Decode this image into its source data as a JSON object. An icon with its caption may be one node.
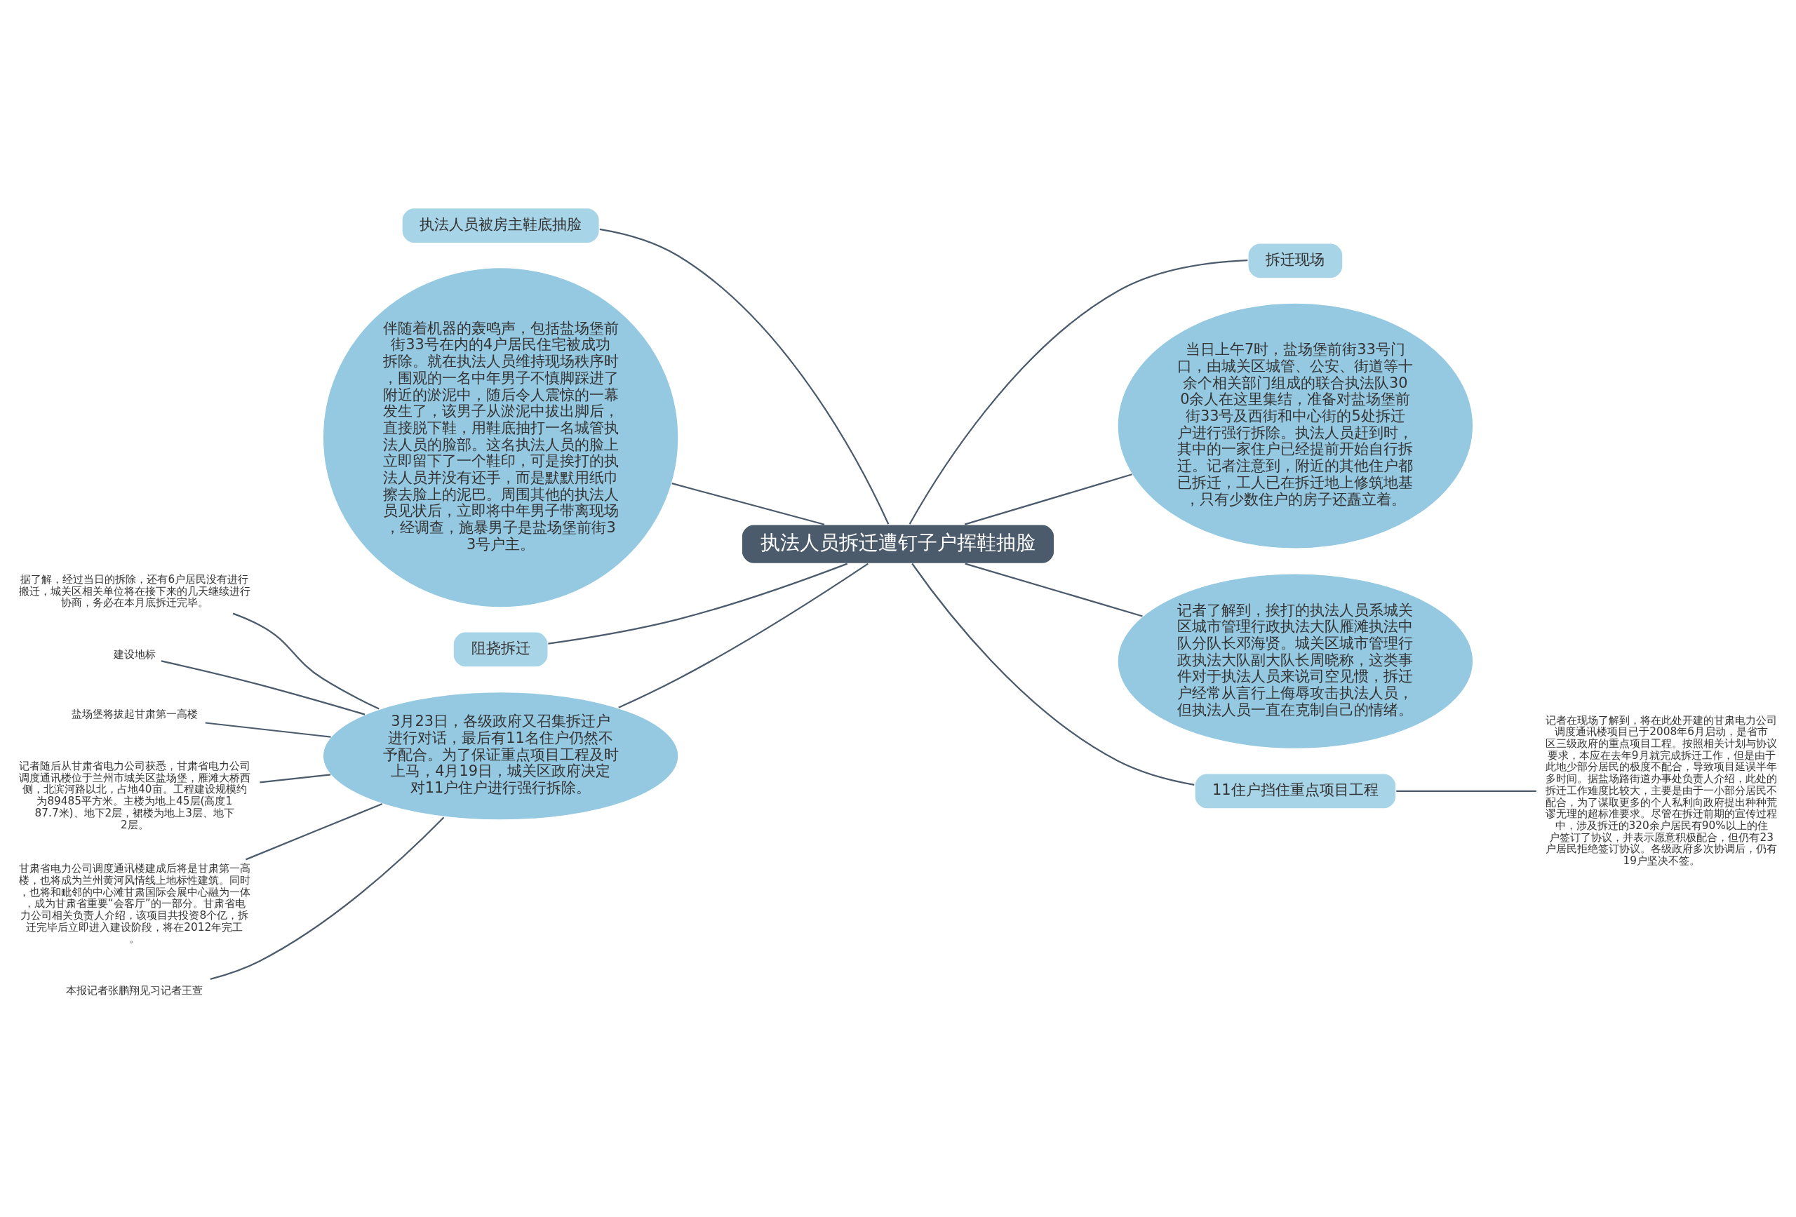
{
  "diagram": {
    "nodes": [
      {
        "text": [
          "执法人员拆迁遭钉子户挥鞋抽脸"
        ]
      },
      {
        "text": [
          "执法人员被房主鞋底抽脸"
        ]
      },
      {
        "text": [
          "伴随着机器的轰鸣声，包括盐场堡前街33号在内的4户居民住宅被成功拆除。就在执法人员维持现场秩序时，围观的一名中年男子不慎脚踩进了附近的淤泥中，随后令人震惊的一幕发生了，该男子从淤泥中拔出脚后，直接脱下鞋，用鞋底抽打一名城管执法人员的脸部。这名执法人员的脸上立即留下了一个鞋印，可是挨打的执法人员并没有还手，而是默默用纸巾擦去脸上的泥巴。周围其他的执法人员见状后，立即将中年男子带离现场，经调查，施暴男子是盐场堡前街33号户主。"
        ]
      },
      {
        "text": [
          "拆迁现场"
        ]
      },
      {
        "text": [
          "当日上午7时，盐场堡前街33号门口，由城关区城管、公安、街道等十余个相关部门组成的联合执法队300余人在这里集结，准备对盐场堡前街33号及西街和中心街的5处拆迁户进行强行拆除。执法人员赶到时，其中的一家住户已经提前开始自行拆迁。记者注意到，附近的其他住户都已拆迁，工人已在拆迁地上修筑地基，只有少数住户的房子还矗立着。"
        ]
      },
      {
        "text": [
          "阻挠拆迁"
        ]
      },
      {
        "text": [
          "记者了解到，挨打的执法人员系城关区城市管理行政执法大队雁滩执法中队分队长邓海贤。城关区城市管理行政执法大队副大队长周晓称，这类事件对于执法人员来说司空见惯，拆迁户经常从言行上侮辱攻击执法人员，但执法人员一直在克制自己的情绪。"
        ]
      },
      {
        "text": [
          "3月23日，各级政府又召集拆迁户进行对话，最后有11名住户仍然不予配合。为了保证重点项目工程及时上马，4月19日，城关区政府决定对11户住户进行强行拆除。"
        ]
      },
      {
        "text": [
          "据了解，经过当日的拆除，还有6户居民没有进行搬迁，城关区相关单位将在接下来的几天继续进行协商，务必在本月底拆迁完毕。"
        ]
      },
      {
        "text": [
          "建设地标"
        ]
      },
      {
        "text": [
          "盐场堡将拔起甘肃第一高楼"
        ]
      },
      {
        "text": [
          "记者随后从甘肃省电力公司获悉，甘肃省电力公司调度通讯楼位于兰州市城关区盐场堡，雁滩大桥西侧，北滨河路以北，占地40亩。工程建设规模约为89485平方米。主楼为地上45层(高度187.7米)、地下2层，裙楼为地上3层、地下2层。"
        ]
      },
      {
        "text": [
          "甘肃省电力公司调度通讯楼建成后将是甘肃第一高楼，也将成为兰州黄河风情线上地标性建筑。同时，也将和毗邻的中心滩甘肃国际会展中心融为一体，成为甘肃省重要“会客厅”的一部分。甘肃省电力公司相关负责人介绍，该项目共投资8个亿，拆迁完毕后立即进入建设阶段，将在2012年完工。"
        ]
      },
      {
        "text": [
          "本报记者张鹏翔见习记者王萱"
        ]
      },
      {
        "text": [
          "11住户挡住重点项目工程"
        ]
      },
      {
        "text": [
          "记者在现场了解到，将在此处开建的甘肃电力公司调度通讯楼项目已于2008年6月启动，是省市区三级政府的重点项目工程。按照相关计划与协议要求，本应在去年9月就完成拆迁工作，但是由于此地少部分居民的极度不配合，导致项目延误半年多时间。据盐场路街道办事处负责人介绍，此处的拆迁工作难度比较大，主要是由于一小部分居民不配合，为了谋取更多的个人私利向政府提出种种荒谬无理的超标准要求。尽管在拆迁前期的宣传过程中，涉及拆迁的320余户居民有90%以上的住户签订了协议，并表示愿意积极配合，但仍有23户居民拒绝签订协议。各级政府多次协调后，仍有19户坚决不签。"
        ]
      }
    ],
    "edges": [
      {
        "from": 0,
        "to": 1,
        "arrow": "none"
      },
      {
        "from": 0,
        "to": 2,
        "arrow": "none"
      },
      {
        "from": 0,
        "to": 3,
        "arrow": "none"
      },
      {
        "from": 0,
        "to": 4,
        "arrow": "none"
      },
      {
        "from": 0,
        "to": 5,
        "arrow": "none"
      },
      {
        "from": 0,
        "to": 6,
        "arrow": "none"
      },
      {
        "from": 0,
        "to": 7,
        "arrow": "none"
      },
      {
        "from": 7,
        "to": 8,
        "arrow": "none"
      },
      {
        "from": 7,
        "to": 9,
        "arrow": "none"
      },
      {
        "from": 7,
        "to": 10,
        "arrow": "none"
      },
      {
        "from": 7,
        "to": 11,
        "arrow": "none"
      },
      {
        "from": 7,
        "to": 12,
        "arrow": "none"
      },
      {
        "from": 7,
        "to": 13,
        "arrow": "none"
      },
      {
        "from": 0,
        "to": 14,
        "arrow": "none"
      },
      {
        "from": 14,
        "to": 15,
        "arrow": "none"
      }
    ]
  }
}
